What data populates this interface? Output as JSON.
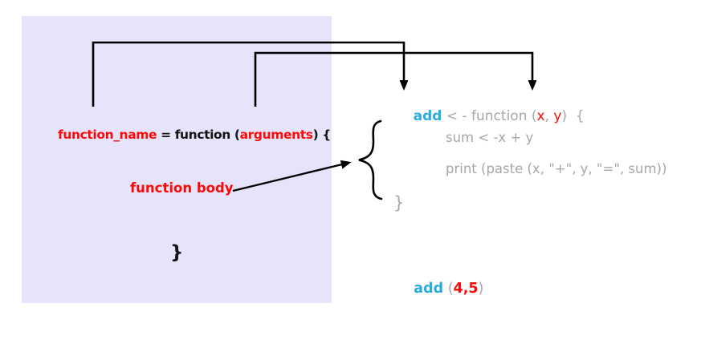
{
  "colors": {
    "page_bg": "#FFFFFF",
    "panel_bg": "#E5E4FA",
    "red": "#FA0B07",
    "blue": "#29ABE2",
    "gray": "#A5A7AA",
    "black": "#141414",
    "line": "#000000"
  },
  "syntax_panel": {
    "declaration": {
      "name": "function_name",
      "equals_function": " = function (",
      "arguments": "arguments",
      "close": ") {"
    },
    "body_label": "function body",
    "closing_brace": "}"
  },
  "example_code": {
    "header": {
      "fn_name": "add",
      "assign": " < - function (",
      "arg_x": "x",
      "comma": ", ",
      "arg_y": "y",
      "close": ")  {"
    },
    "body_line_1": "sum < -x + y",
    "body_line_2": "print (paste (x, \"+\", y, \"=\", sum))",
    "closing_brace": "}",
    "call": {
      "fn_name": "add",
      "open": " (",
      "args": "4,5",
      "close": ")"
    }
  }
}
